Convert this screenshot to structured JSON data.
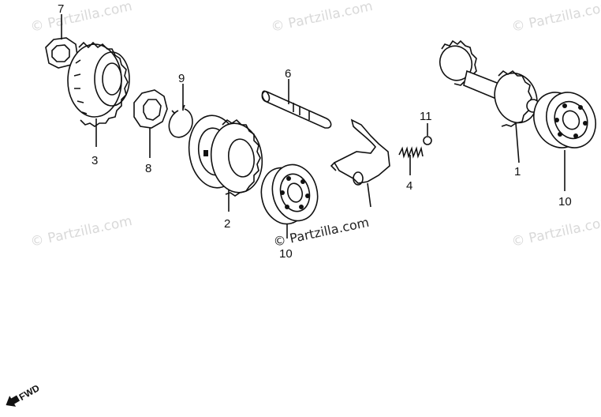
{
  "watermarks": {
    "main": "© Partzilla.com",
    "faint": "© Partzilla.com"
  },
  "callouts": {
    "p1": "1",
    "p2": "2",
    "p3": "3",
    "p4": "4",
    "p6": "6",
    "p7": "7",
    "p8": "8",
    "p9": "9",
    "p10a": "10",
    "p10b": "10",
    "p11": "11"
  },
  "direction": {
    "label": "FWD",
    "icon": "forward-arrow-icon"
  },
  "colors": {
    "ink": "#111111",
    "watermark": "#d9d9d9",
    "background": "#ffffff"
  }
}
